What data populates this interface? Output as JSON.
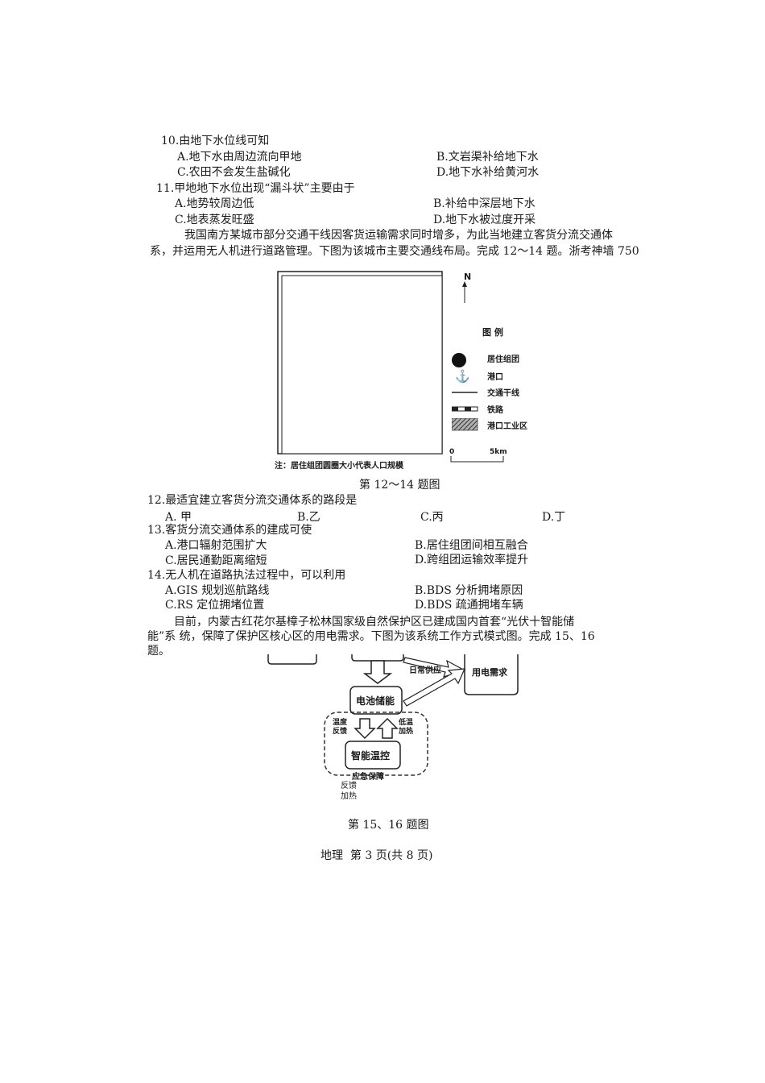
{
  "questions": {
    "q10": {
      "stem": "10.由地下水位线可知",
      "A": "A.地下水由周边流向甲地",
      "B": "B.文岩渠补给地下水",
      "C": "C.农田不会发生盐碱化",
      "D": "D.地下水补给黄河水"
    },
    "q11": {
      "stem": "11.甲地地下水位出现“漏斗状”主要由于",
      "A": "A.地势较周边低",
      "B": "B.补给中深层地下水",
      "C": "C.地表蒸发旺盛",
      "D": "D.地下水被过度开采"
    },
    "intro1_line1": "我国南方某城市部分交通干线因客货运输需求同时增多，为此当地建立客货分流交通体",
    "intro1_line2": "系，并运用无人机进行道路管理。下图为该城市主要交通线布局。完成 12～14 题。浙考神墙 750",
    "q12": {
      "stem": "12.最适宜建立客货分流交通体系的路段是",
      "A": "A. 甲",
      "B": "B.乙",
      "C": "C.丙",
      "D": "D.丁"
    },
    "q13": {
      "stem": "13.客货分流交通体系的建成可使",
      "A": "A.港口辐射范围扩大",
      "B": "B.居住组团间相互融合",
      "C": "C.居民通勤距离缩短",
      "D": "D.跨组团运输效率提升"
    },
    "q14": {
      "stem": "14.无人机在道路执法过程中，可以利用",
      "A": "A.GIS 规划巡航路线",
      "B": "B.BDS 分析拥堵原因",
      "C": "C.RS 定位拥堵位置",
      "D": "D.BDS 疏通拥堵车辆"
    },
    "intro2_line1": "目前，内蒙古红花尔基樟子松林国家级自然保护区已建成国内首套“光伏十智能储",
    "intro2_line2": "能”系 统，保障了保护区核心区的用电需求。下图为该系统工作方式模式图。完成 15、16",
    "intro2_line3": "题。"
  },
  "map_figure": {
    "north": "N",
    "legend_title": "图 例",
    "legend_items": [
      "居住组团",
      "港口",
      "交通干线",
      "铁路",
      "港口工业区"
    ],
    "scale_start": "0",
    "scale_end": "5km",
    "note": "注：居住组团圆圈大小代表人口规模",
    "caption": "第 12～14 题图",
    "legend_icons": [
      "filled-circle",
      "anchor",
      "solid-line",
      "dashed-rail-line",
      "hatched-area"
    ]
  },
  "diagram_figure": {
    "daily_supply": "日常供应",
    "power_demand": "用电需求",
    "battery": "电池储能",
    "temp_feedback_1": "温度",
    "temp_feedback_2": "反馈",
    "low_temp_1": "低温",
    "low_temp_2": "加热",
    "smart_temp": "智能温控",
    "emergency": "应急保障",
    "feedback_1": "反馈",
    "feedback_2": "加热",
    "caption": "第 15、16 题图"
  },
  "footer": "地理  第 3 页(共 8 页)"
}
